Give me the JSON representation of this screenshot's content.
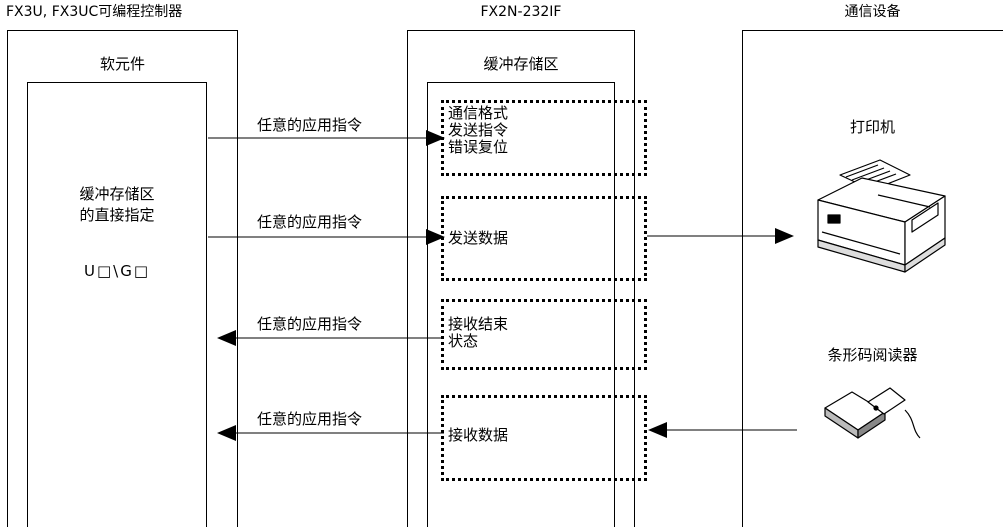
{
  "headers": {
    "plc": "FX3U, FX3UC可编程控制器",
    "module": "FX2N-232IF",
    "device": "通信设备"
  },
  "plc_box": {
    "title": "软元件",
    "direct_label_line1": "缓冲存储区",
    "direct_label_line2": "的直接指定",
    "address": "U□\\G□"
  },
  "module_box": {
    "title": "缓冲存储区",
    "blocks": [
      {
        "lines": [
          "通信格式",
          "发送指令",
          "错误复位"
        ]
      },
      {
        "lines": [
          "发送数据"
        ]
      },
      {
        "lines": [
          "接收结束",
          "状态"
        ]
      },
      {
        "lines": [
          "接收数据"
        ]
      }
    ]
  },
  "arrows": {
    "instruction": "任意的应用指令"
  },
  "devices": {
    "printer": "打印机",
    "barcode_reader": "条形码阅读器"
  }
}
